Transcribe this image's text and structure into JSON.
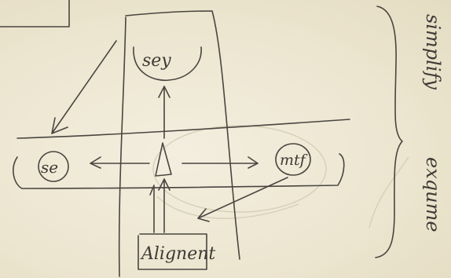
{
  "diagram": {
    "nodes": {
      "top_circle": "sey",
      "left_circle": "se",
      "right_circle": "mtf",
      "bottom_box": "Alignent"
    },
    "annotations": {
      "brace_upper": "simplify",
      "brace_lower": "exqume"
    }
  }
}
